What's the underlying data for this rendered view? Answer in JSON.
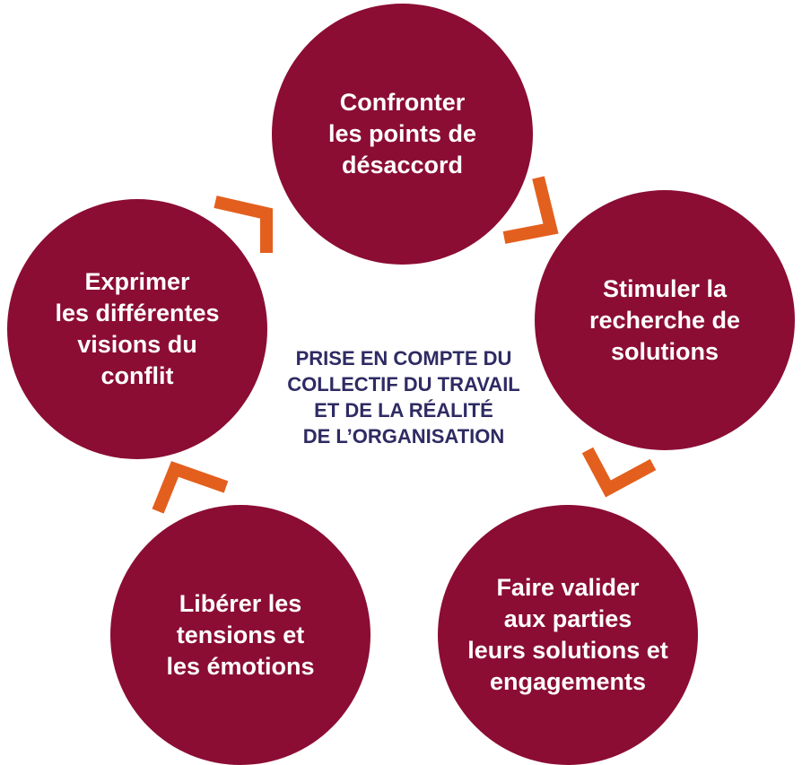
{
  "colors": {
    "circle_fill": "#8b0d33",
    "circle_text": "#ffffff",
    "arrow": "#e35f1e",
    "center_text": "#2e2b63"
  },
  "cycle": {
    "steps": [
      {
        "label": "Confronter\nles points de\ndésaccord"
      },
      {
        "label": "Stimuler la\nrecherche de\nsolutions"
      },
      {
        "label": "Faire valider\naux parties\nleurs solutions et\nengagements"
      },
      {
        "label": "Libérer les\ntensions et\nles émotions"
      },
      {
        "label": "Exprimer\nles différentes\nvisions du\nconflit"
      }
    ],
    "center_label": "PRISE EN COMPTE DU\nCOLLECTIF DU TRAVAIL\nET DE LA RÉALITÉ\nDE L’ORGANISATION"
  },
  "icons": {
    "connector": "chevron-arrow-icon"
  }
}
